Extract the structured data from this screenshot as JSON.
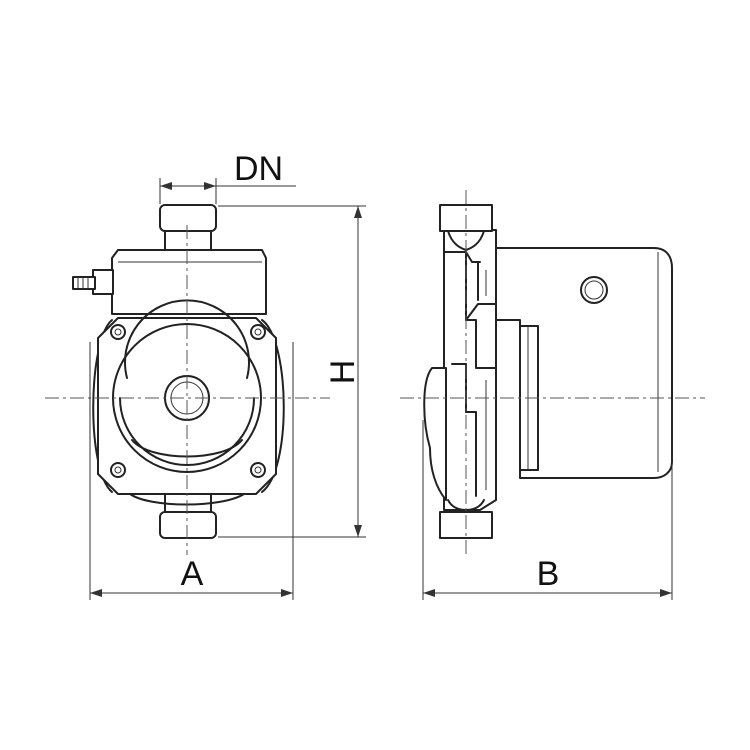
{
  "labels": {
    "dn": "DN",
    "h": "H",
    "a": "A",
    "b": "B"
  }
}
